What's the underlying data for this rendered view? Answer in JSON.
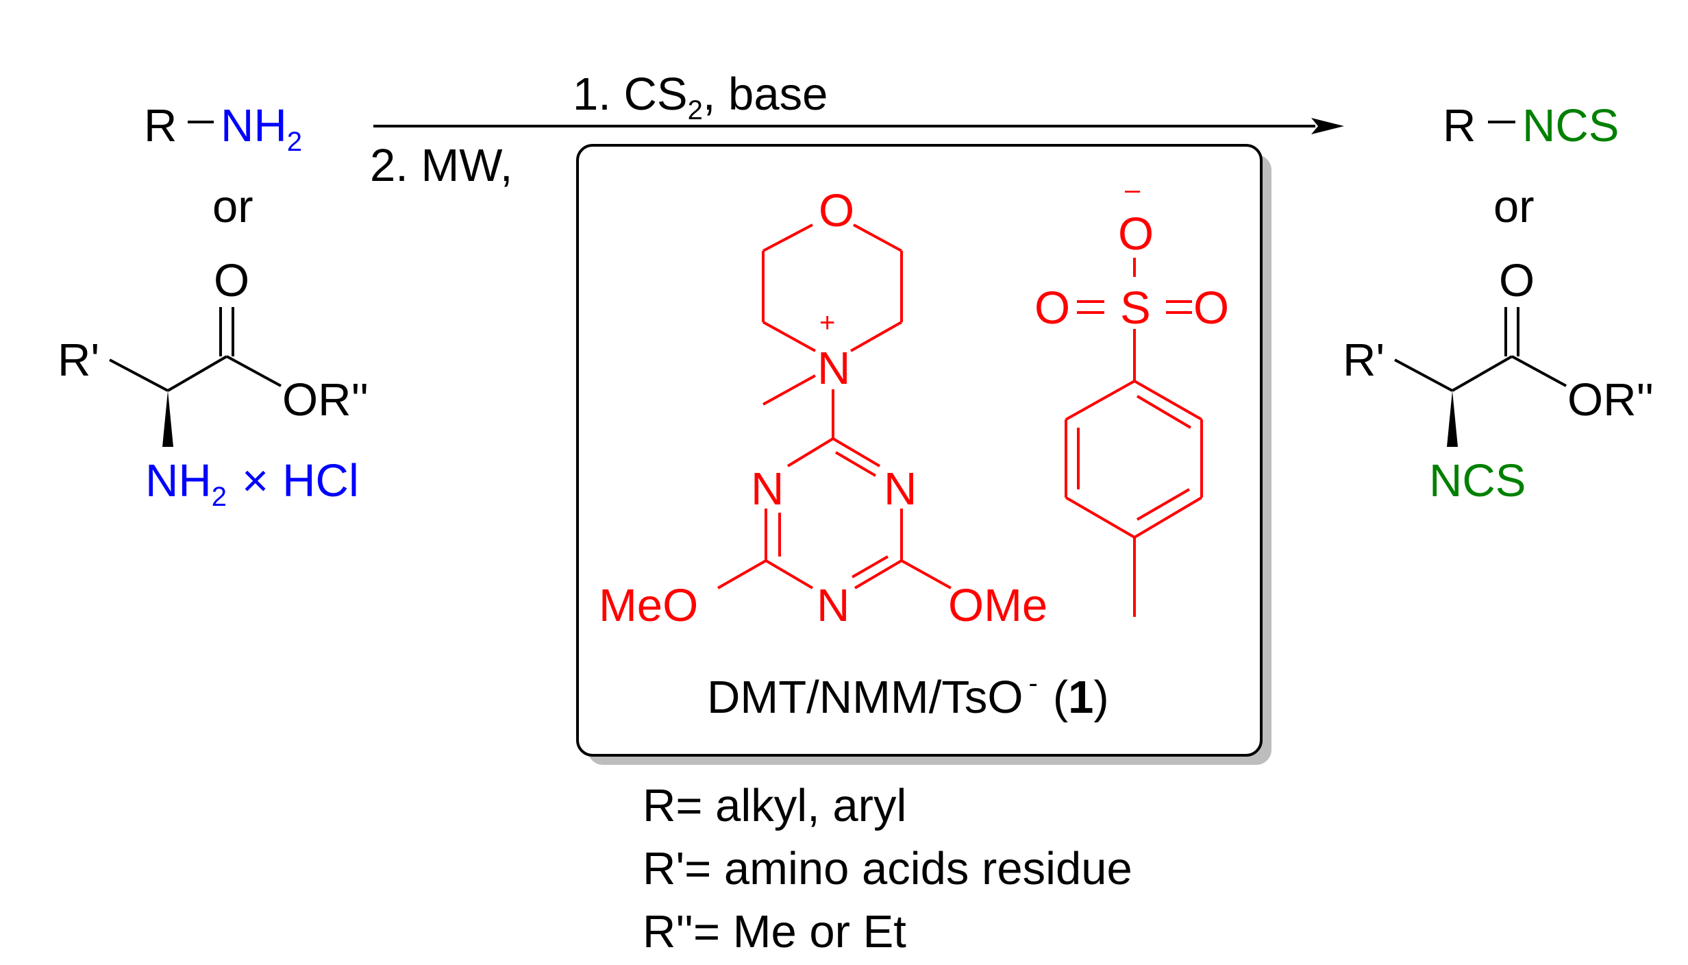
{
  "colors": {
    "black": "#000000",
    "reactant_amine": "#0000ff",
    "product_ncs": "#008000",
    "reagent": "#ff0000",
    "box_shadow": "#bdbdbd"
  },
  "reactant": {
    "amine_R": "R",
    "amine_NH": "NH",
    "amine_sub": "2",
    "or": "or",
    "ester_O": "O",
    "ester_Rp": "R'",
    "ester_OR": "OR''",
    "hcl_NH": "NH",
    "hcl_sub": "2",
    "hcl_times": "×",
    "hcl_HCl": "HCl"
  },
  "arrow": {
    "step1_prefix": "1. CS",
    "step1_sub": "2",
    "step1_suffix": ", base",
    "step2": "2. MW,"
  },
  "reagent": {
    "morph_O": "O",
    "morph_N": "N",
    "morph_plus": "+",
    "triazine_N_left": "N",
    "triazine_N_right": "N",
    "triazine_N_bottom": "N",
    "MeO": "MeO",
    "OMe": "OMe",
    "sulf_O_top": "O",
    "sulf_minus": "–",
    "sulf_O_left": "O",
    "sulf_S": "S",
    "sulf_O_right": "O",
    "name_prefix": "DMT/NMM/TsO",
    "name_minus": "-",
    "name_paren_open": "(",
    "name_bold": "1",
    "name_paren_close": ")"
  },
  "product": {
    "R": "R",
    "NCS": "NCS",
    "or": "or",
    "ester_O": "O",
    "ester_Rp": "R'",
    "ester_OR": "OR''",
    "alpha_NCS": "NCS"
  },
  "conditions": [
    "R= alkyl, aryl",
    "R'= amino acids residue",
    "R''= Me or Et"
  ]
}
